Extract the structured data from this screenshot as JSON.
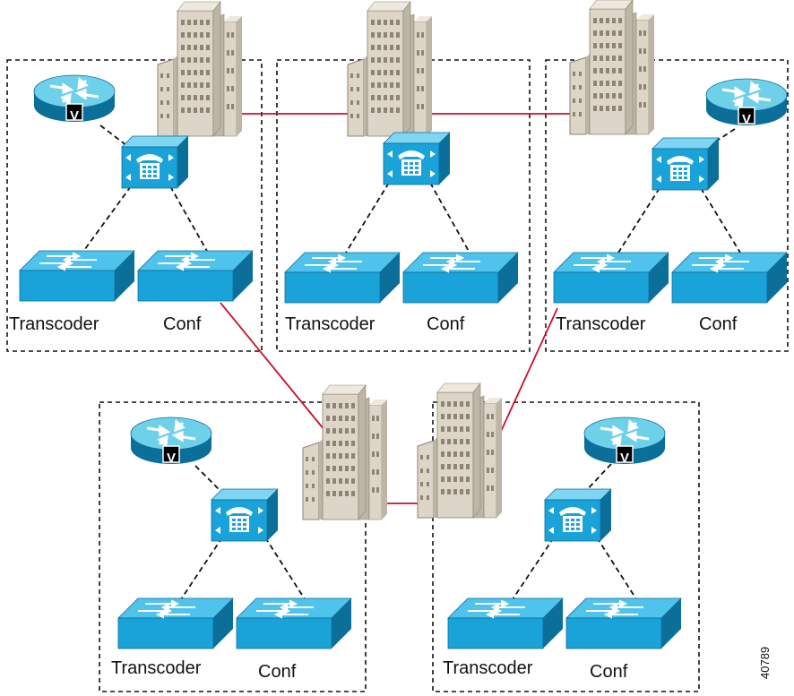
{
  "figure_id": "40789",
  "router_badge": "V",
  "sites": [
    {
      "id": "site-1",
      "left_label": "Transcoder",
      "right_label": "Conf"
    },
    {
      "id": "site-2",
      "left_label": "Transcoder",
      "right_label": "Conf"
    },
    {
      "id": "site-3",
      "left_label": "Transcoder",
      "right_label": "Conf"
    },
    {
      "id": "site-4",
      "left_label": "Transcoder",
      "right_label": "Conf"
    },
    {
      "id": "site-5",
      "left_label": "Transcoder",
      "right_label": "Conf"
    }
  ],
  "colors": {
    "wan_link": "#c8102e",
    "device_blue": "#1aa3d9",
    "device_dark": "#0b6f99",
    "router_teal": "#1b8fa6",
    "building": "#ddd6c8",
    "dashed_border": "#111111"
  },
  "icons": [
    "router-icon",
    "ip-phone-gateway-icon",
    "switch-icon",
    "building-icon"
  ]
}
